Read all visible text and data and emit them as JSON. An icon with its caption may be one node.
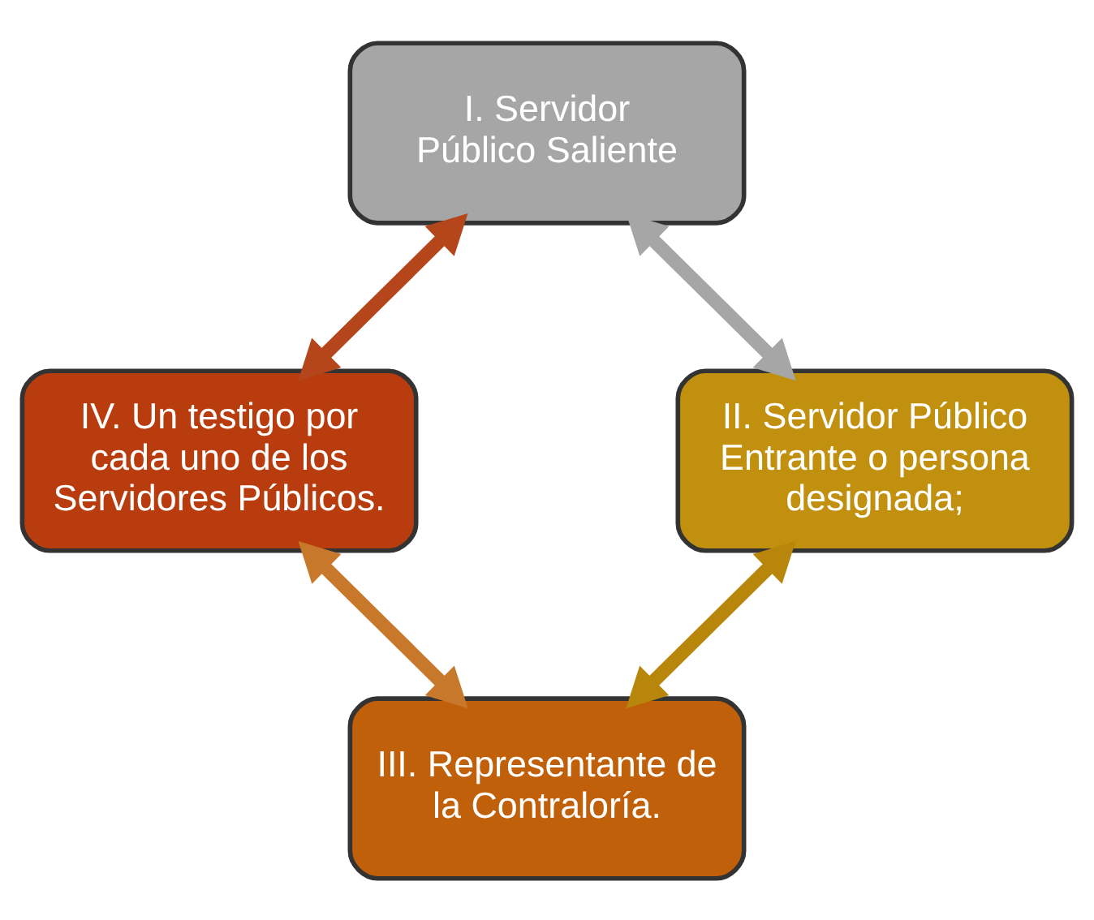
{
  "diagram": {
    "nodes": [
      {
        "text": [
          "I. Servidor Público Saliente"
        ]
      },
      {
        "text": [
          "II. Servidor Público Entrante o persona designada;"
        ]
      },
      {
        "text": [
          "III. Representante de la Contraloría."
        ]
      },
      {
        "text": [
          "IV. Un testigo por cada uno de los Servidores Públicos."
        ]
      }
    ],
    "edges": [
      {
        "from": 0,
        "to": 3,
        "arrow": "both",
        "color": "#b5451b"
      },
      {
        "from": 0,
        "to": 1,
        "arrow": "both",
        "color": "#a6a6a6"
      },
      {
        "from": 3,
        "to": 2,
        "arrow": "both",
        "color": "#c8782a"
      },
      {
        "from": 1,
        "to": 2,
        "arrow": "both",
        "color": "#b8860b"
      }
    ]
  }
}
